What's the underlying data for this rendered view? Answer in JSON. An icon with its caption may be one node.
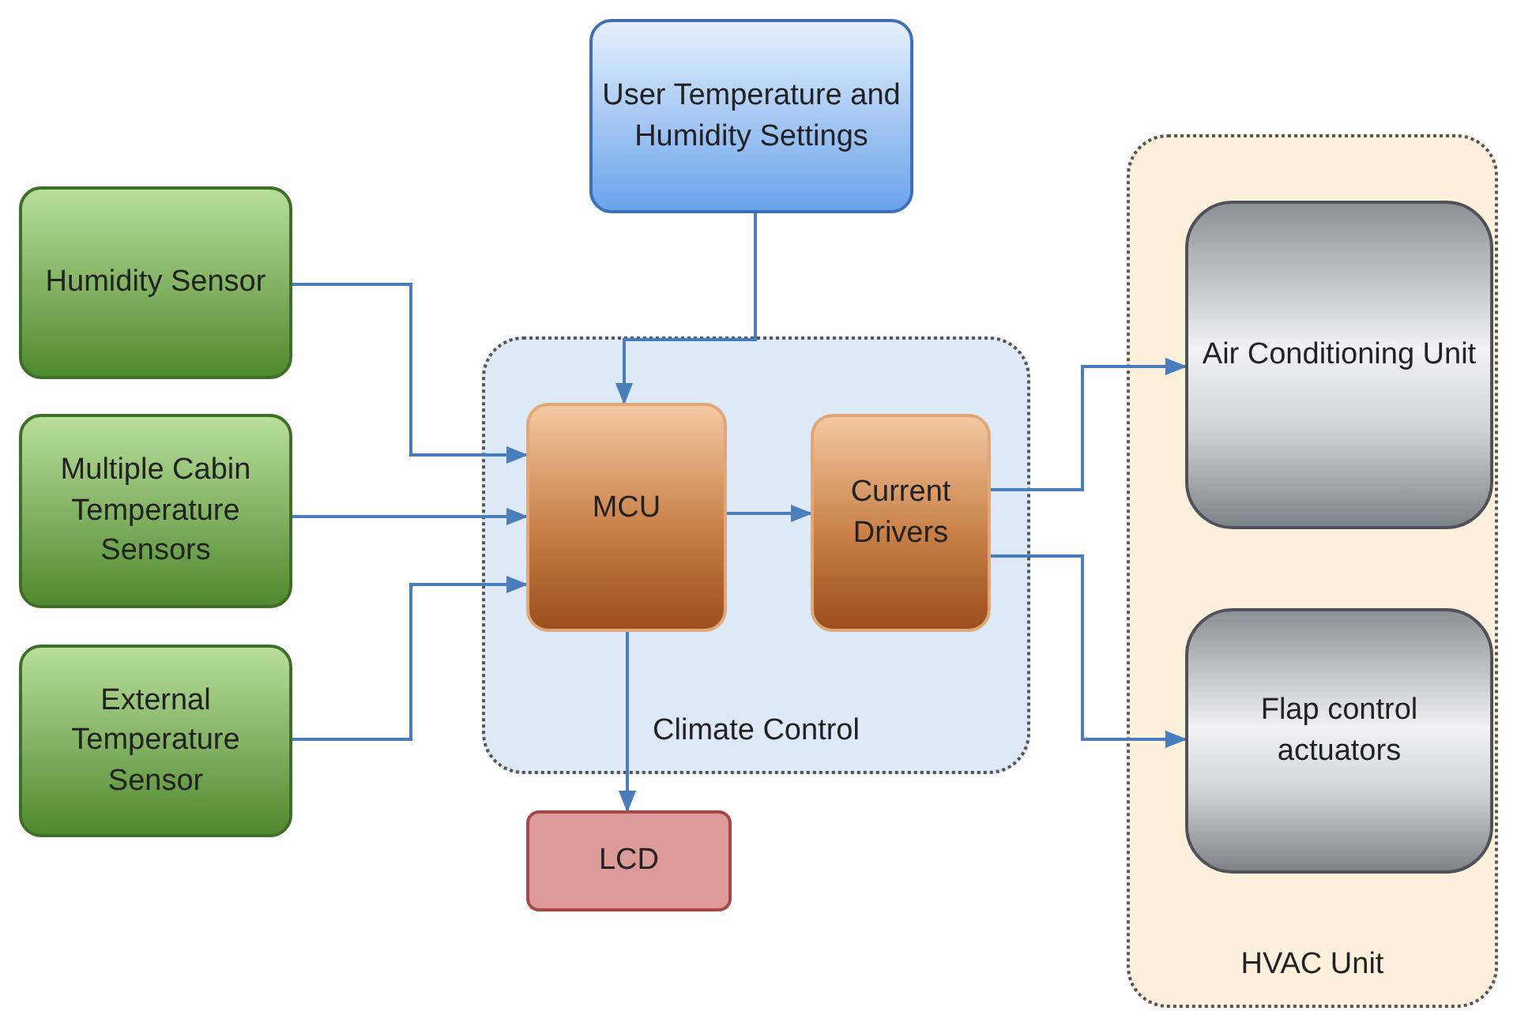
{
  "diagram": {
    "nodes": [
      {
        "text": [
          "User Temperature and Humidity Settings"
        ]
      },
      {
        "text": [
          "Humidity Sensor"
        ]
      },
      {
        "text": [
          "Multiple Cabin Temperature Sensors"
        ]
      },
      {
        "text": [
          "External Temperature Sensor"
        ]
      },
      {
        "text": [
          "Climate Control"
        ]
      },
      {
        "text": [
          "MCU"
        ],
        "in": 4
      },
      {
        "text": [
          "Current Drivers"
        ],
        "in": 4
      },
      {
        "text": [
          "LCD"
        ]
      },
      {
        "text": [
          "HVAC Unit"
        ]
      },
      {
        "text": [
          "Air Conditioning Unit"
        ],
        "in": 8
      },
      {
        "text": [
          "Flap control actuators"
        ],
        "in": 8
      }
    ],
    "edges": [
      {
        "from": 0,
        "to": 5,
        "arrow": "to"
      },
      {
        "from": 1,
        "to": 5,
        "arrow": "to"
      },
      {
        "from": 2,
        "to": 5,
        "arrow": "to"
      },
      {
        "from": 3,
        "to": 5,
        "arrow": "to"
      },
      {
        "from": 5,
        "to": 6,
        "arrow": "to"
      },
      {
        "from": 5,
        "to": 7,
        "arrow": "to"
      },
      {
        "from": 6,
        "to": 9,
        "arrow": "to"
      },
      {
        "from": 6,
        "to": 10,
        "arrow": "to"
      }
    ]
  }
}
